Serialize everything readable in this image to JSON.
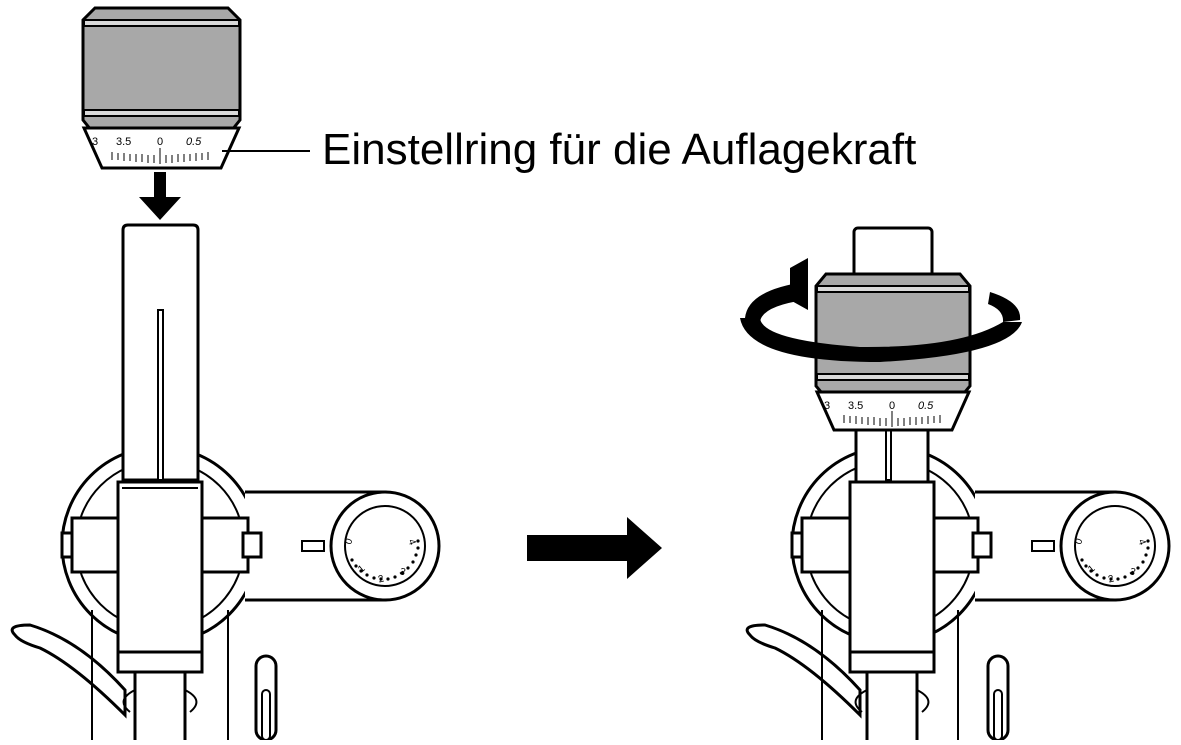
{
  "callout": {
    "label": "Einstellring für die Auflagekraft"
  },
  "ring_scale": {
    "left": "3",
    "left_mid": "3.5",
    "center": "0",
    "right_mid": "0.5"
  },
  "antiskate_scale": {
    "d0": "0",
    "d1": "1",
    "d2": "2",
    "d3": "3",
    "d4": "4"
  },
  "colors": {
    "ring_fill": "#a8a8a8",
    "ring_band": "#d9d9d9",
    "line": "#000000",
    "background": "#ffffff"
  },
  "icons": {
    "insert_arrow": "arrow-down-icon",
    "step_arrow": "arrow-right-icon",
    "rotate_arrow": "rotate-arrow-icon"
  }
}
